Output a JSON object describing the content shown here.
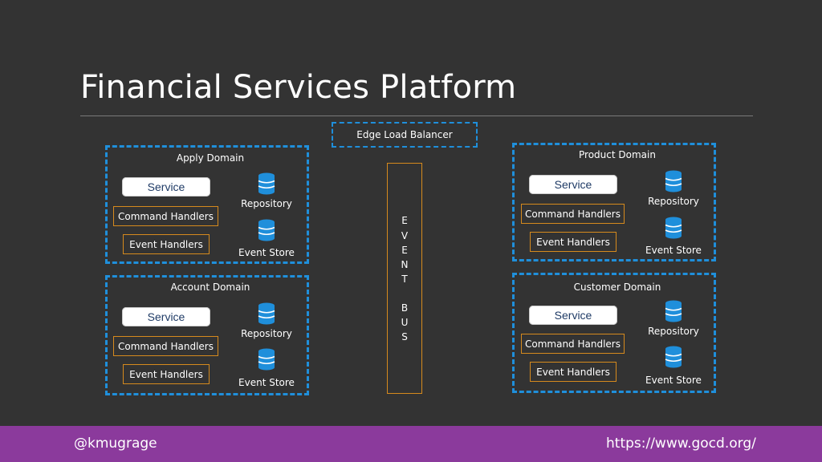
{
  "title": "Financial Services Platform",
  "edge_load_balancer": "Edge Load Balancer",
  "event_bus_letters": [
    "E",
    "V",
    "E",
    "N",
    "T",
    "B",
    "U",
    "S"
  ],
  "domains": {
    "apply": {
      "label": "Apply Domain",
      "service": "Service",
      "command_handlers": "Command Handlers",
      "event_handlers": "Event Handlers",
      "repository": "Repository",
      "event_store": "Event Store"
    },
    "account": {
      "label": "Account Domain",
      "service": "Service",
      "command_handlers": "Command Handlers",
      "event_handlers": "Event Handlers",
      "repository": "Repository",
      "event_store": "Event Store"
    },
    "product": {
      "label": "Product Domain",
      "service": "Service",
      "command_handlers": "Command Handlers",
      "event_handlers": "Event Handlers",
      "repository": "Repository",
      "event_store": "Event Store"
    },
    "customer": {
      "label": "Customer Domain",
      "service": "Service",
      "command_handlers": "Command Handlers",
      "event_handlers": "Event Handlers",
      "repository": "Repository",
      "event_store": "Event Store"
    }
  },
  "footer": {
    "left": "@kmugrage",
    "right": "https://www.gocd.org/"
  },
  "colors": {
    "background": "#333333",
    "dash_border": "#1f8fdb",
    "handler_border": "#d68a1d",
    "footer": "#8b3a9c"
  }
}
